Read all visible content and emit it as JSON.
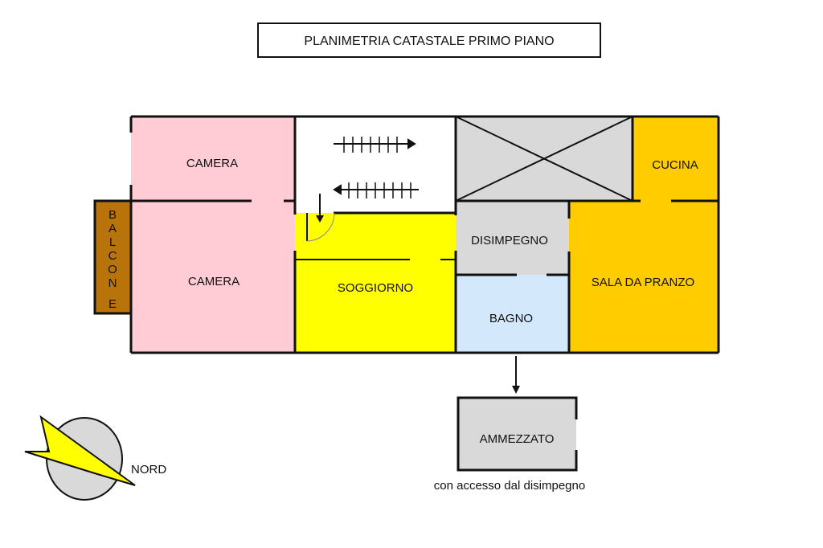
{
  "title": "PLANIMETRIA CATASTALE PRIMO PIANO",
  "rooms": {
    "camera_top": "CAMERA",
    "camera_bottom": "CAMERA",
    "balcone": [
      "B",
      "A",
      "L",
      "C",
      "O",
      "N",
      "E"
    ],
    "soggiorno": "SOGGIORNO",
    "disimpegno": "DISIMPEGNO",
    "bagno": "BAGNO",
    "cucina": "CUCINA",
    "sala_da_pranzo": "SALA DA PRANZO",
    "ammezzato": "AMMEZZATO"
  },
  "ammezzato_caption": "con accesso dal disimpegno",
  "compass_label": "NORD",
  "colors": {
    "camera": "#ffccd6",
    "soggiorno": "#ffff00",
    "sala": "#ffcc00",
    "bagno": "#d4e8fc",
    "gray": "#d9d9d9",
    "balcone": "#b8730a"
  }
}
